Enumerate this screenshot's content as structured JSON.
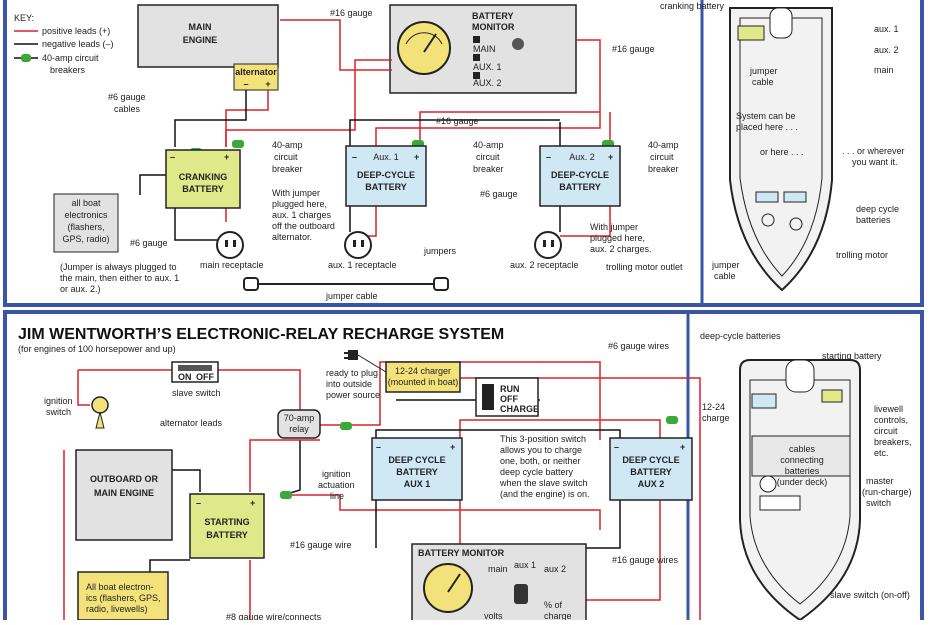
{
  "legend": {
    "title": "KEY:",
    "positive": "positive leads (+)",
    "negative": "negative leads (–)",
    "breaker_1": "40-amp circuit",
    "breaker_2": "breakers"
  },
  "top": {
    "main_engine_1": "MAIN",
    "main_engine_2": "ENGINE",
    "alternator": "alternator",
    "alt_minus": "–",
    "alt_plus": "+",
    "gauge16_left": "#16 gauge",
    "gauge6_cables_1": "#6 gauge",
    "gauge6_cables_2": "cables",
    "monitor_title_1": "BATTERY",
    "monitor_title_2": "MONITOR",
    "mon_main": "MAIN",
    "mon_aux1": "AUX. 1",
    "mon_aux2": "AUX. 2",
    "gauge16_right": "#16 gauge",
    "gauge16_mid": "#16 gauge",
    "breaker_left_1": "40-amp",
    "breaker_left_2": "circuit",
    "breaker_left_3": "breaker",
    "breaker_mid_1": "40-amp",
    "breaker_mid_2": "circuit",
    "breaker_mid_3": "breaker",
    "breaker_right_1": "40-amp",
    "breaker_right_2": "circuit",
    "breaker_right_3": "breaker",
    "cranking_1": "CRANKING",
    "cranking_2": "BATTERY",
    "aux1_label": "Aux. 1",
    "aux1_deep_1": "DEEP-CYCLE",
    "aux1_deep_2": "BATTERY",
    "aux2_label": "Aux. 2",
    "aux2_deep_1": "DEEP-CYCLE",
    "aux2_deep_2": "BATTERY",
    "all_boat_1": "all boat",
    "all_boat_2": "electronics",
    "all_boat_3": "(flashers,",
    "all_boat_4": "GPS, radio)",
    "gauge6_left": "#6 gauge",
    "gauge6_right": "#6 gauge",
    "jumper_note_1": "With jumper",
    "jumper_note_2": "plugged here,",
    "jumper_note_3": "aux. 1 charges",
    "jumper_note_4": "off the outboard",
    "jumper_note_5": "alternator.",
    "jumper_note_r1": "With jumper",
    "jumper_note_r2": "plugged here,",
    "jumper_note_r3": "aux. 2 charges.",
    "jumpers": "jumpers",
    "main_receptacle": "main receptacle",
    "aux1_receptacle": "aux. 1 receptacle",
    "aux2_receptacle": "aux. 2 receptacle",
    "trolling_outlet": "trolling motor outlet",
    "jumper_paren_1": "(Jumper is always plugged to",
    "jumper_paren_2": "the main, then either to aux. 1",
    "jumper_paren_3": "or aux. 2.)",
    "jumper_cable": "jumper cable",
    "boat_cranking": "cranking battery",
    "boat_aux1": "aux. 1",
    "boat_aux2": "aux. 2",
    "boat_main": "main",
    "boat_jumper_1": "jumper",
    "boat_jumper_2": "cable",
    "boat_system_1": "System can be",
    "boat_system_2": "placed here . . .",
    "boat_orhere": "or here . . .",
    "boat_wherever_1": ". . . or wherever",
    "boat_wherever_2": "you want it.",
    "boat_deep_1": "deep cycle",
    "boat_deep_2": "batteries",
    "boat_trolling": "trolling motor",
    "boat_jumper2_1": "jumper",
    "boat_jumper2_2": "cable"
  },
  "bottom": {
    "title": "JIM WENTWORTH’S ELECTRONIC-RELAY RECHARGE SYSTEM",
    "subtitle": "(for engines of 100 horsepower and up)",
    "on": "ON",
    "off": "OFF",
    "slave_switch": "slave switch",
    "ignition_1": "ignition",
    "ignition_2": "switch",
    "alternator_leads": "alternator leads",
    "relay_1": "70-amp",
    "relay_2": "relay",
    "ready_1": "ready to plug",
    "ready_2": "into outside",
    "ready_3": "power source",
    "charger_1": "12-24 charger",
    "charger_2": "(mounted in boat)",
    "run": "RUN",
    "off2": "OFF",
    "charge": "CHARGE",
    "gauge6_wires": "#6 gauge wires",
    "outboard_1": "OUTBOARD OR",
    "outboard_2": "MAIN ENGINE",
    "starting_1": "STARTING",
    "starting_2": "BATTERY",
    "deep1_1": "DEEP CYCLE",
    "deep1_2": "BATTERY",
    "deep1_3": "AUX 1",
    "deep2_1": "DEEP CYCLE",
    "deep2_2": "BATTERY",
    "deep2_3": "AUX 2",
    "ign_act_1": "ignition",
    "ign_act_2": "actuation",
    "ign_act_3": "line",
    "sw_note_1": "This 3-position switch",
    "sw_note_2": "allows you to charge",
    "sw_note_3": "one, both, or neither",
    "sw_note_4": "deep cycle battery",
    "sw_note_5": "when the slave switch",
    "sw_note_6": "(and the engine) is on.",
    "gauge16_wire": "#16 gauge wire",
    "gauge16_wires": "#16 gauge wires",
    "monitor_title": "BATTERY MONITOR",
    "mon_main": "main",
    "mon_aux1": "aux 1",
    "mon_aux2": "aux 2",
    "pct_1": "% of",
    "pct_2": "charge",
    "volts": "volts",
    "all_elec_1": "All boat electron-",
    "all_elec_2": "ics (flashers, GPS,",
    "all_elec_3": "radio, livewells)",
    "gauge8": "#8 gauge wire/connects",
    "boat_deep": "deep-cycle batteries",
    "boat_starting": "starting battery",
    "boat_1224_1": "12-24",
    "boat_1224_2": "charge",
    "boat_livewell_1": "livewell",
    "boat_livewell_2": "controls,",
    "boat_livewell_3": "circuit",
    "boat_livewell_4": "breakers,",
    "boat_livewell_5": "etc.",
    "boat_cables_1": "cables",
    "boat_cables_2": "connecting",
    "boat_cables_3": "batteries",
    "boat_cables_4": "(under deck)",
    "boat_master_1": "master",
    "boat_master_2": "(run-charge)",
    "boat_master_3": "switch",
    "boat_slave": "slave switch (on-off)"
  },
  "colors": {
    "frame": "#3a55a8",
    "positive": "#d8232a",
    "negative": "#111111",
    "breaker": "#3aa83a",
    "cranking": "#dfe98a",
    "deepcycle": "#cfe8f4",
    "alternator": "#f3e27a",
    "gray": "#e2e2e2"
  }
}
